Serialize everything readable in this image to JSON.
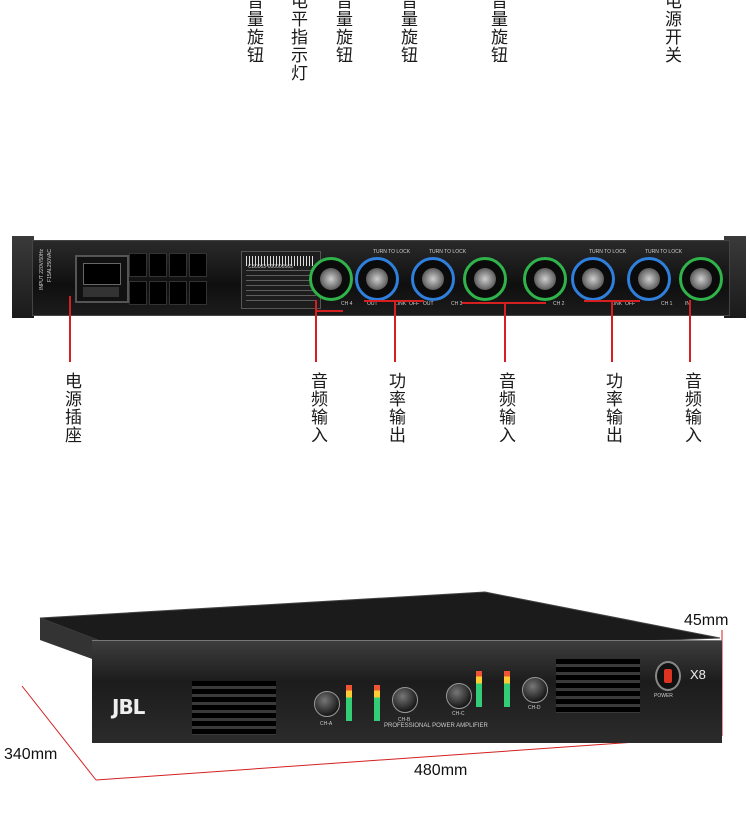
{
  "top_labels": [
    "音量旋钮",
    "电平指示灯",
    "音量旋钮",
    "音量旋钮",
    "音量旋钮",
    "电源开关"
  ],
  "bottom_labels": [
    "电源插座",
    "音频输入",
    "功率输出",
    "音频输入",
    "功率输出",
    "音频输入"
  ],
  "rear_panel": {
    "input_text": "INPUT 220V/50Hz",
    "fuse_text": "F15AL250VAC",
    "barcode_text": "CB0003-000000565",
    "channels": [
      "CH 4",
      "CH 3",
      "CH 2",
      "CH 1"
    ],
    "turn_to_lock": "TURN TO LOCK",
    "out": "OUT",
    "in": "IN",
    "link": "LINK",
    "off": "OFF"
  },
  "front_panel": {
    "brand": "JBL",
    "model": "X8",
    "power_label": "POWER",
    "subtitle": "PROFESSIONAL POWER AMPLIFIER",
    "channels": [
      "CH-A",
      "CH-B",
      "CH-C",
      "CH-D"
    ]
  },
  "dimensions": {
    "height": "45mm",
    "depth": "340mm",
    "width": "480mm"
  },
  "colors": {
    "leader_line": "#d42020",
    "xlr_ring": "#2fb34a",
    "speakon_ring": "#2f7fdc"
  }
}
